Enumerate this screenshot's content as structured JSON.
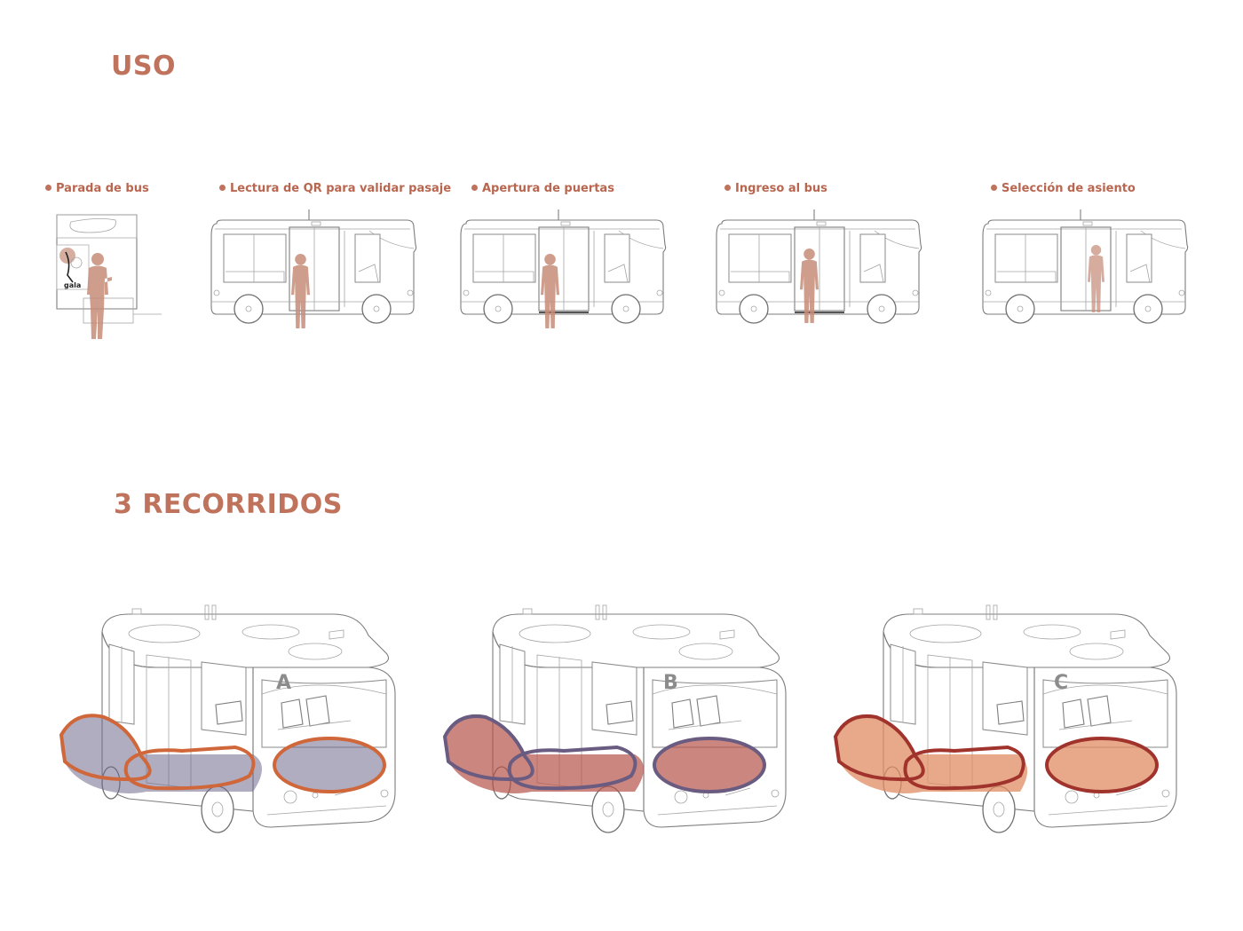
{
  "sections": {
    "uso_title": "USO",
    "recorridos_title": "3 RECORRIDOS"
  },
  "steps": [
    {
      "label": "Parada de bus"
    },
    {
      "label": "Lectura de QR para validar pasaje"
    },
    {
      "label": "Apertura de puertas"
    },
    {
      "label": "Ingreso al bus"
    },
    {
      "label": "Selección de asiento"
    }
  ],
  "bus_stop_sign": {
    "text": "gala"
  },
  "routes": [
    {
      "letter": "A",
      "fill_color": "#6f6a8c",
      "outline_color": "#d0673a"
    },
    {
      "letter": "B",
      "fill_color": "#b5524a",
      "outline_color": "#6a5b80"
    },
    {
      "letter": "C",
      "fill_color": "#e08c63",
      "outline_color": "#a1332d"
    }
  ],
  "colors": {
    "accent": "#c0735c",
    "silhouette": "#c58c78",
    "line_art": "#7d7d7d"
  }
}
